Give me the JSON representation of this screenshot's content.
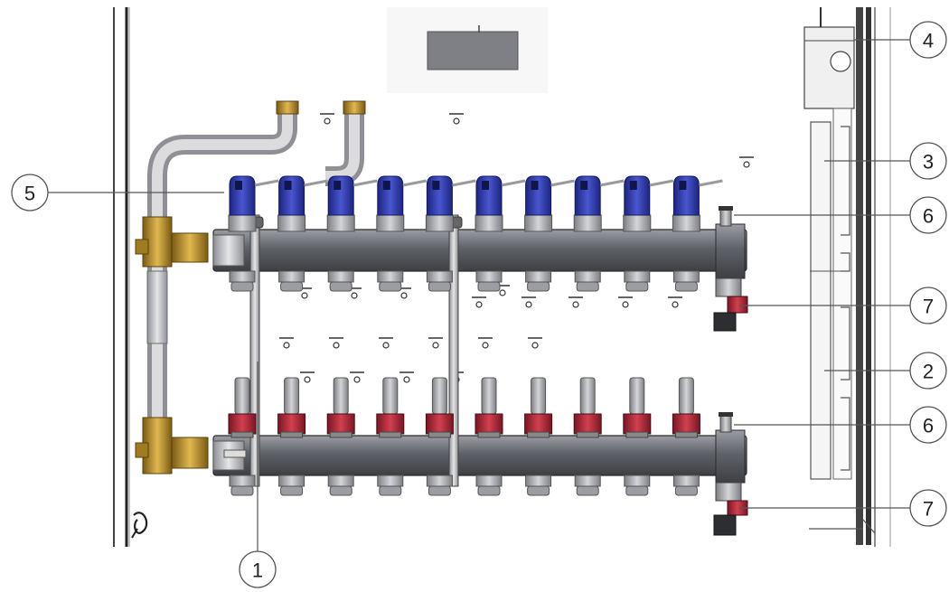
{
  "callouts": {
    "c1": "1",
    "c2": "2",
    "c3": "3",
    "c4": "4",
    "c5": "5",
    "c6_top": "6",
    "c6_bottom": "6",
    "c7_top": "7",
    "c7_bottom": "7"
  },
  "components": {
    "supply_valves": 10,
    "return_flowmeters": 10
  },
  "colors": {
    "valve_cap": "#2c3aa8",
    "flowmeter_ring": "#b0283a",
    "brass": "#b8922e",
    "steel": "#7c7f86",
    "steel_dark": "#3d3f44",
    "pipe": "#c8c8c8"
  }
}
